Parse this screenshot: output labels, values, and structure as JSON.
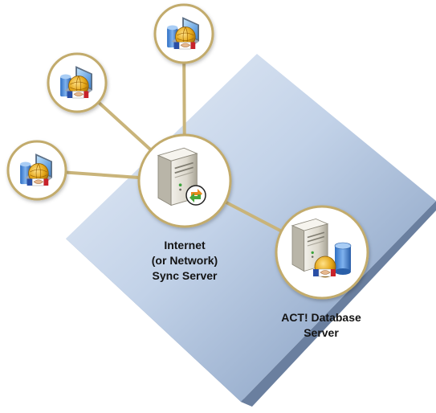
{
  "diagram": {
    "sync_server_label": [
      "Internet",
      "(or Network)",
      "Sync Server"
    ],
    "database_server_label": [
      "ACT! Database",
      "Server"
    ],
    "nodes": [
      {
        "id": "sync-server",
        "icon": "sync-server-icon"
      },
      {
        "id": "database-server",
        "icon": "database-server-icon"
      },
      {
        "id": "client-top",
        "icon": "laptop-database-icon"
      },
      {
        "id": "client-upper-left",
        "icon": "laptop-database-icon"
      },
      {
        "id": "client-left",
        "icon": "laptop-database-icon"
      }
    ],
    "edges": [
      [
        "sync-server",
        "client-top"
      ],
      [
        "sync-server",
        "client-upper-left"
      ],
      [
        "sync-server",
        "client-left"
      ],
      [
        "sync-server",
        "database-server"
      ]
    ]
  },
  "colors": {
    "platform_light": "#dbe5f2",
    "platform_dark": "#7d96ba",
    "connector": "#c9b47a",
    "circle_fill": "#ffffff",
    "circle_border": "#c2ab6c",
    "label_text": "#141414"
  }
}
